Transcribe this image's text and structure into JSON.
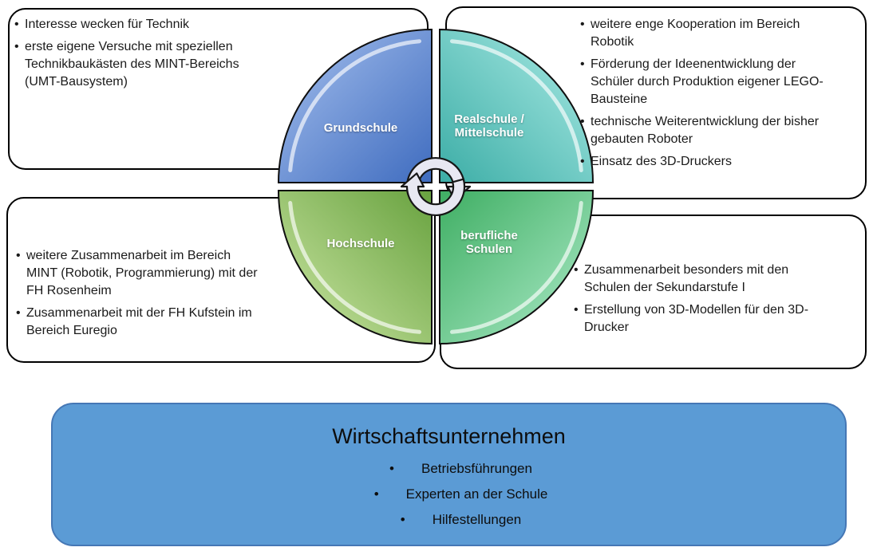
{
  "boxes": {
    "top_left": {
      "bullets": [
        "Interesse wecken für Technik",
        "erste eigene Versuche mit speziellen Technikbaukästen des MINT-Bereichs (UMT-Bausystem)"
      ]
    },
    "top_right": {
      "bullets": [
        "weitere enge Kooperation im Bereich Robotik",
        "Förderung der Ideenentwicklung der Schüler durch Produktion eigener LEGO-Bausteine",
        "technische Weiterentwicklung der bisher gebauten Roboter",
        "Einsatz des 3D-Druckers"
      ]
    },
    "bottom_left": {
      "bullets": [
        "weitere Zusammenarbeit im Bereich MINT (Robotik, Programmierung) mit der FH Rosenheim",
        "Zusammenarbeit mit der FH Kufstein im Bereich Euregio"
      ]
    },
    "bottom_right": {
      "bullets": [
        "Zusammenarbeit besonders mit den Schulen der Sekundarstufe I",
        "Erstellung von 3D-Modellen für den 3D-Drucker"
      ]
    }
  },
  "cycle": {
    "segments": [
      {
        "label": "Grundschule",
        "color": "#3f6cbf",
        "light": "#8cabe2"
      },
      {
        "label": "Realschule / Mittelschule",
        "color": "#3cada6",
        "light": "#90dcd6"
      },
      {
        "label": "Hochschule",
        "color": "#68a23f",
        "light": "#b4d68c"
      },
      {
        "label": "berufliche Schulen",
        "color": "#3fae63",
        "light": "#92dcb0"
      }
    ],
    "arrow_color": "#e8e8f2"
  },
  "bottom_panel": {
    "title": "Wirtschaftsunternehmen",
    "bullets": [
      "Betriebsführungen",
      "Experten an der Schule",
      "Hilfestellungen"
    ],
    "fill": "#5b9bd5",
    "border": "#4577b5"
  }
}
